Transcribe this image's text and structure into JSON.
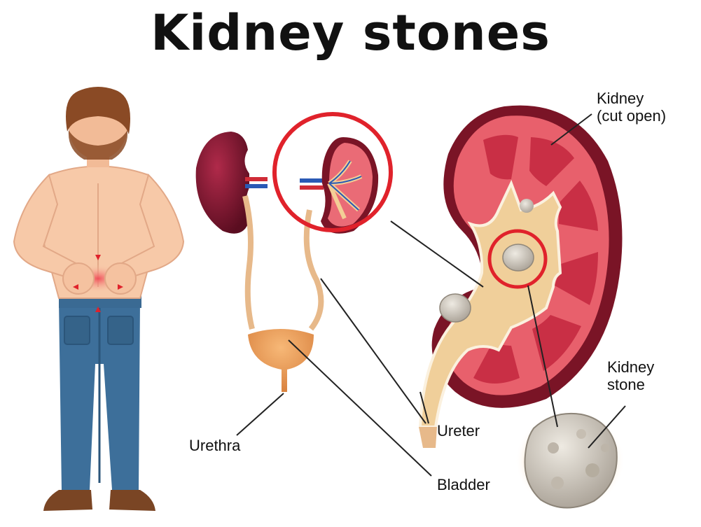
{
  "title": "Kidney stones",
  "labels": {
    "kidney_cut_open_line1": "Kidney",
    "kidney_cut_open_line2": "(cut open)",
    "kidney_stone_line1": "Kidney",
    "kidney_stone_line2": "stone",
    "urethra": "Urethra",
    "ureter": "Ureter",
    "bladder": "Bladder"
  },
  "colors": {
    "highlight_circle": "#e0222b",
    "kidney_outer": "#7a1426",
    "kidney_tissue": "#e8606c",
    "pelvis": "#f0cf9a",
    "stone": "#d8d2c8",
    "jeans": "#3d6f9a",
    "skin": "#f7c9a8",
    "hair": "#8a4a25"
  }
}
